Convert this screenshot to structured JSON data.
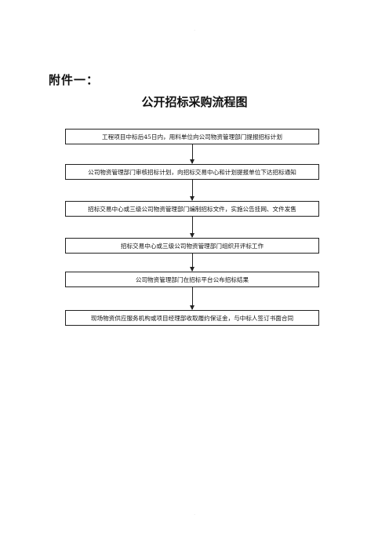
{
  "document": {
    "attachment_label": "附件一：",
    "title": "公开招标采购流程图"
  },
  "flow": {
    "steps": [
      "工程项目中标后45日内，用料单位向公司物资管理部门提报招标计划",
      "公司物资管理部门审核招标计划，向招标交易中心和计划提报单位下达招标通知",
      "招标交易中心或三级公司物资管理部门编制招标文件，实施公告挂网、文件发售",
      "招标交易中心或三级公司物资管理部门组织开评标工作",
      "公司物资管理部门在招标平台公布招标结果",
      "现场物资供应服务机构或项目经理部收取履约保证金，与中标人签订书面合同"
    ]
  }
}
